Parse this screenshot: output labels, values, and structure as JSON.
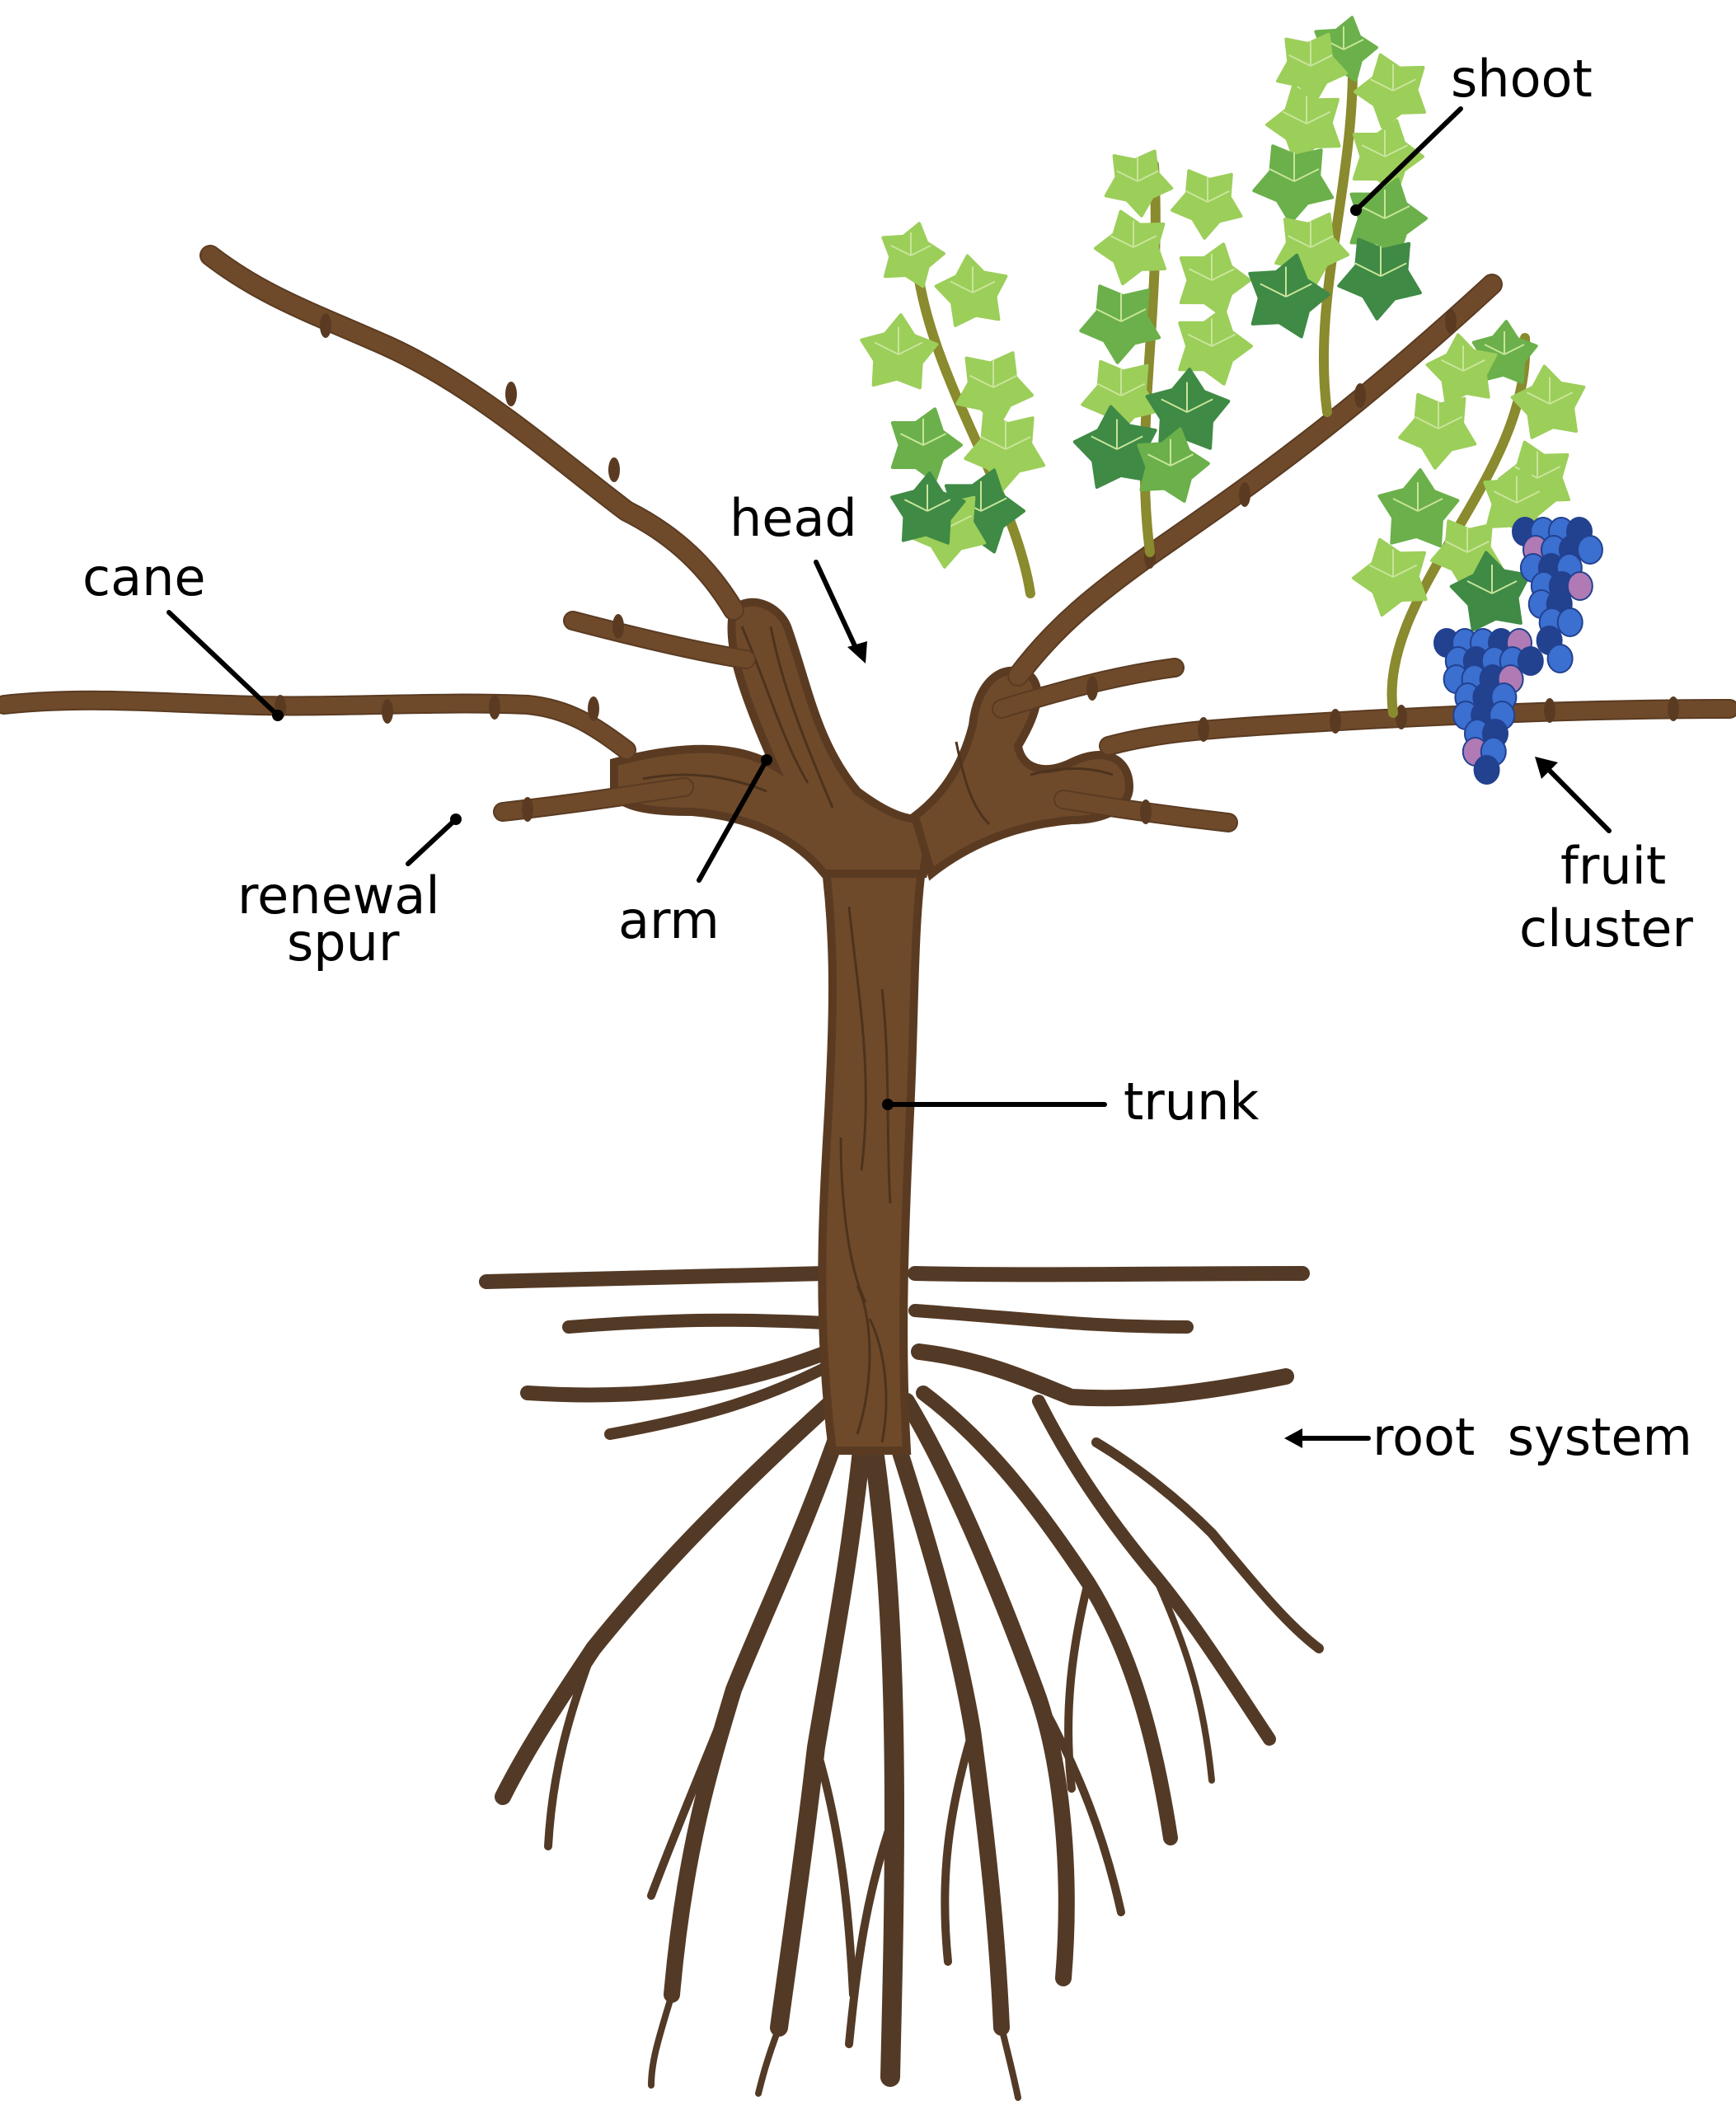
{
  "diagram": {
    "title": "Grapevine anatomy",
    "labels": {
      "shoot": "shoot",
      "head": "head",
      "cane": "cane",
      "renewal_spur_line1": "renewal",
      "renewal_spur_line2": "spur",
      "arm": "arm",
      "fruit_cluster_line1": "fruit",
      "fruit_cluster_line2": "cluster",
      "trunk": "trunk",
      "root_system": "root  system"
    },
    "colors": {
      "background": "#ffffff",
      "wood": "#6f4a2a",
      "wood_dark": "#5a3b22",
      "root": "#533a26",
      "leaf_light": "#9cce5a",
      "leaf_mid": "#6bb04a",
      "leaf_dark": "#3f8a45",
      "stem": "#8a8a2e",
      "grape": "#3b6fd0",
      "grape_dark": "#22418f",
      "grape_pink": "#b07ab5",
      "label_text": "#000000"
    }
  }
}
